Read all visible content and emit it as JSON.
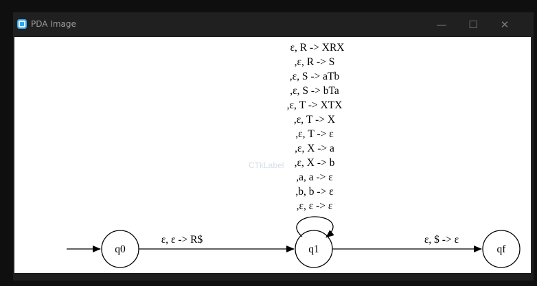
{
  "window": {
    "title": "PDA Image",
    "controls": {
      "minimize": "—",
      "maximize": "☐",
      "close": "✕"
    }
  },
  "widget_label": "CTkLabel",
  "diagram": {
    "states": [
      "q0",
      "q1",
      "qf"
    ],
    "start_state": "q0",
    "accept_states": [
      "qf"
    ],
    "transitions": [
      {
        "from": "q0",
        "to": "q1",
        "label": "ε, ε -> R$"
      },
      {
        "from": "q1",
        "to": "qf",
        "label": "ε, $ -> ε"
      }
    ],
    "self_loop_q1": [
      "ε, R -> XRX",
      ",ε, R -> S",
      ",ε, S -> aTb",
      ",ε, S -> bTa",
      ",ε, T -> XTX",
      ",ε, T -> X",
      ",ε, T -> ε",
      ",ε, X -> a",
      ",ε, X -> b",
      ",a, a -> ε",
      ",b, b -> ε",
      ",ε, ε -> ε"
    ]
  },
  "colors": {
    "titlebar": "#202020",
    "frame": "#1e1e1e",
    "canvas": "#ffffff",
    "accent": "#2ea7f0"
  }
}
